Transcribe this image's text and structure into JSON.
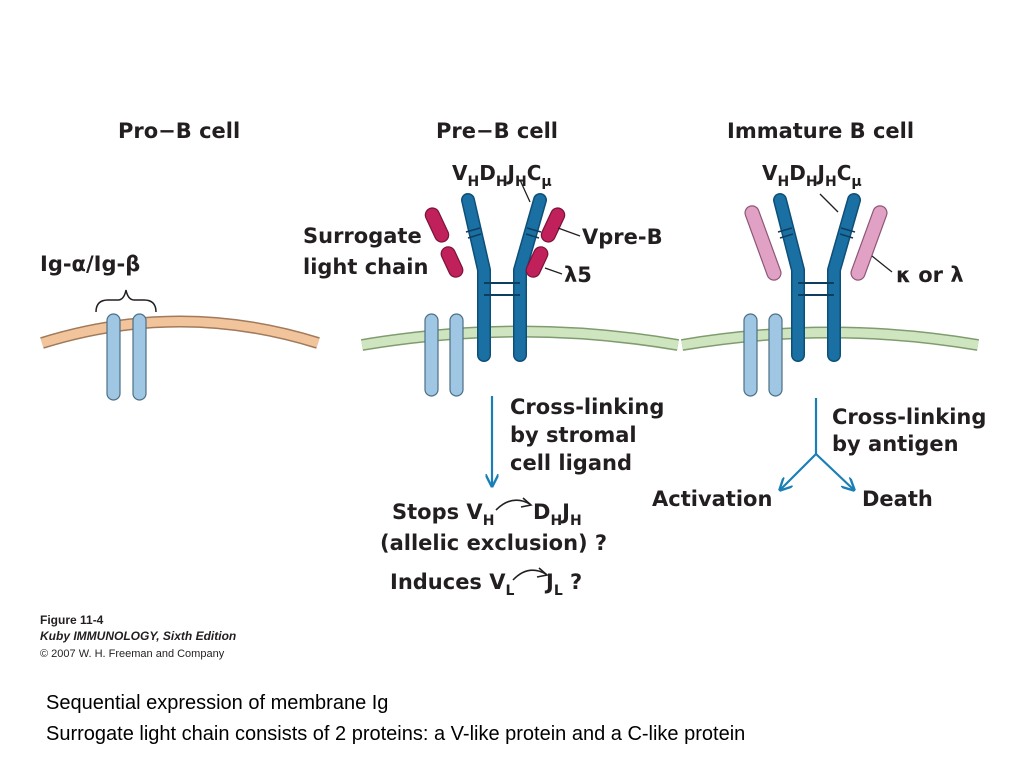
{
  "panels": {
    "pro": {
      "title": "Pro−B cell",
      "ig_label": "Ig-α/Ig-β"
    },
    "pre": {
      "title": "Pre−B cell",
      "heavy_chain": {
        "v": "V",
        "vs": "H",
        "d": "D",
        "ds": "H",
        "j": "J",
        "js": "H",
        "c": "C",
        "cs": "μ"
      },
      "surrogate_1": "Surrogate",
      "surrogate_2": "light chain",
      "vpreb": "Vpre-B",
      "lambda5": "λ5",
      "arrow_1": "Cross-linking",
      "arrow_2": "by stromal",
      "arrow_3": "cell ligand",
      "stops_a": "Stops V",
      "stops_as": "H",
      "stops_b": "D",
      "stops_bs": "H",
      "stops_c": "J",
      "stops_cs": "H",
      "allelic": "(allelic exclusion) ?",
      "induces_a": "Induces V",
      "induces_as": "L",
      "induces_b": "J",
      "induces_bs": "L",
      "induces_q": " ?"
    },
    "immature": {
      "title": "Immature B cell",
      "heavy_chain": {
        "v": "V",
        "vs": "H",
        "d": "D",
        "ds": "H",
        "j": "J",
        "js": "H",
        "c": "C",
        "cs": "μ"
      },
      "light_label": "κ or λ",
      "arrow_1": "Cross-linking",
      "arrow_2": "by antigen",
      "activation": "Activation",
      "death": "Death"
    }
  },
  "figure": {
    "number": "Figure 11-4",
    "book": "Kuby IMMUNOLOGY, Sixth Edition",
    "copyright": "© 2007 W. H. Freeman and Company"
  },
  "caption": {
    "line1": "Sequential expression of membrane Ig",
    "line2": "Surrogate light chain consists of 2 proteins:  a V-like protein and a C-like protein"
  },
  "colors": {
    "heavy_chain": "#1a6fa3",
    "ig_alpha_beta": "#9fc6e2",
    "vpreb_lambda5": "#c0215b",
    "light_chain": "#e0a1c4",
    "pro_membrane": "#f2c49c",
    "pre_membrane": "#cfe5c0",
    "arrow": "#1a7fb5"
  }
}
